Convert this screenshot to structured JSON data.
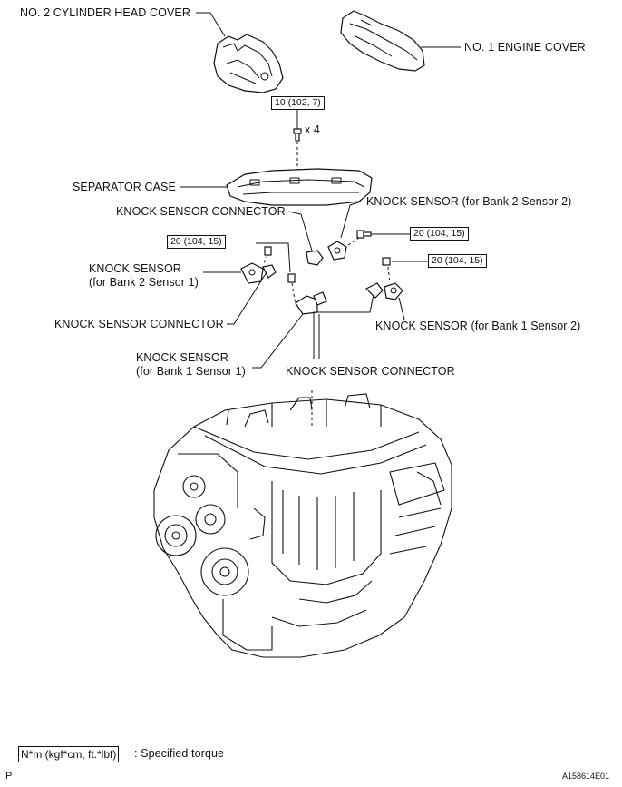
{
  "labels": {
    "no2_head_cover": "NO. 2 CYLINDER HEAD COVER",
    "no1_engine_cover": "NO. 1 ENGINE COVER",
    "separator_case": "SEPARATOR CASE",
    "knock_connector_top": "KNOCK SENSOR CONNECTOR",
    "knock_bank2_s2": "KNOCK SENSOR (for Bank 2 Sensor 2)",
    "knock_bank2_s1_line1": "KNOCK SENSOR",
    "knock_bank2_s1_line2": "(for Bank 2 Sensor 1)",
    "knock_connector_left": "KNOCK SENSOR CONNECTOR",
    "knock_bank1_s2": "KNOCK SENSOR (for Bank 1 Sensor 2)",
    "knock_bank1_s1_line1": "KNOCK SENSOR",
    "knock_bank1_s1_line2": "(for Bank 1 Sensor 1)",
    "knock_connector_bottom": "KNOCK SENSOR CONNECTOR",
    "bolt_count": "x 4"
  },
  "torque": {
    "separator": "10 (102, 7)",
    "bank2_s2": "20 (104, 15)",
    "bank2_s1": "20 (104, 15)",
    "bank1_s2": "20 (104, 15)"
  },
  "legend": {
    "unit_box": "N*m (kgf*cm, ft.*lbf)",
    "desc": ": Specified torque"
  },
  "footer": {
    "page_mark": "P",
    "figure_id": "A158614E01"
  }
}
